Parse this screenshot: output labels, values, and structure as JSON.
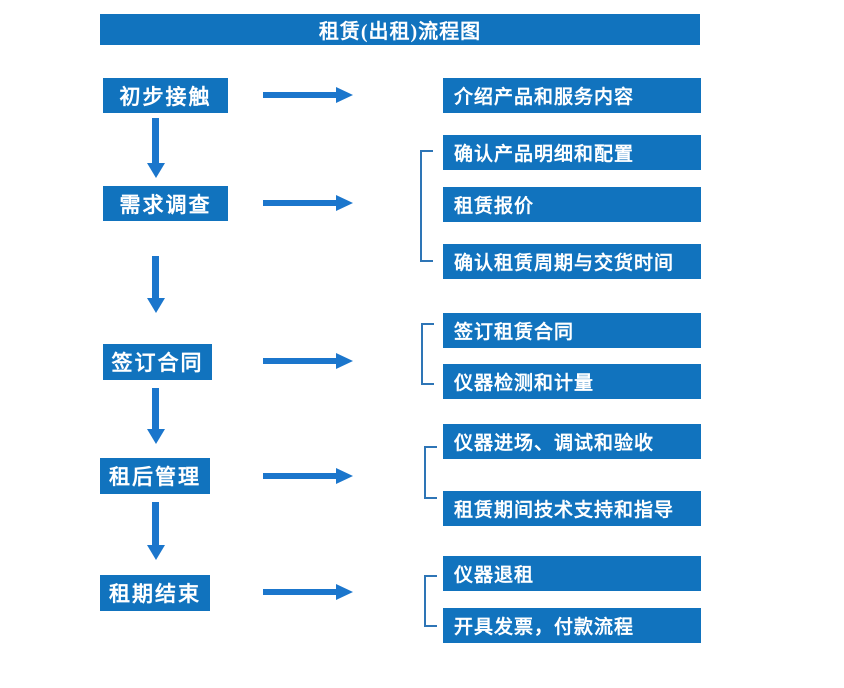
{
  "colors": {
    "box_blue": "#1173BE",
    "arrow_blue": "#1B76CC",
    "bracket_blue": "#2E75B6",
    "text_white": "#FFFFFF"
  },
  "header": {
    "title": "租赁(出租)流程图"
  },
  "flow": {
    "stages": [
      {
        "label": "初步接触",
        "outputs": [
          "介绍产品和服务内容"
        ]
      },
      {
        "label": "需求调查",
        "outputs": [
          "确认产品明细和配置",
          "租赁报价",
          "确认租赁周期与交货时间"
        ]
      },
      {
        "label": "签订合同",
        "outputs": [
          "签订租赁合同",
          "仪器检测和计量"
        ]
      },
      {
        "label": "租后管理",
        "outputs": [
          "仪器进场、调试和验收",
          "租赁期间技术支持和指导"
        ]
      },
      {
        "label": "租期结束",
        "outputs": [
          "仪器退租",
          "开具发票，付款流程"
        ]
      }
    ]
  }
}
